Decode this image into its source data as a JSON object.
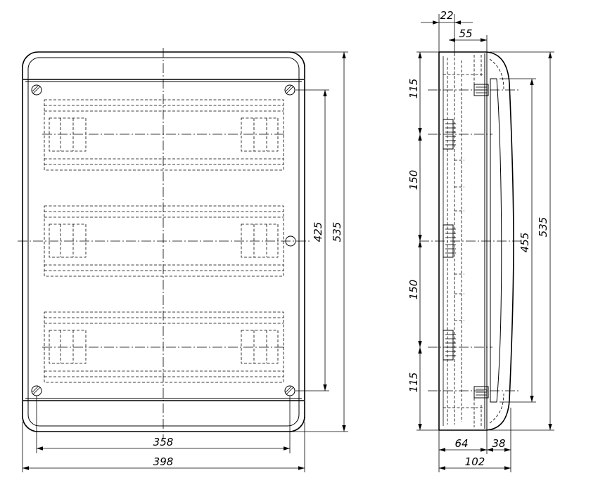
{
  "front_view": {
    "dimensions": {
      "mount_width": "358",
      "overall_width": "398",
      "mount_height": "425",
      "overall_height": "535"
    }
  },
  "side_view": {
    "dimensions": {
      "depth_top_1": "22",
      "depth_top_2": "55",
      "seg_top": "115",
      "seg_upper_mid": "150",
      "seg_lower_mid": "150",
      "seg_bottom": "115",
      "door_height": "455",
      "overall_height": "535",
      "base_depth": "64",
      "door_depth": "38",
      "overall_depth": "102"
    }
  }
}
